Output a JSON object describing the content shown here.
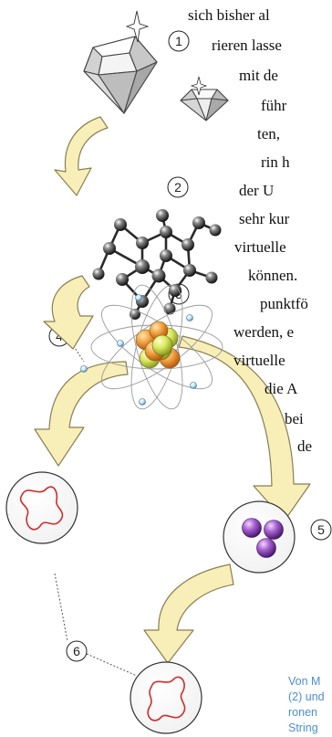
{
  "body_text": [
    "sich bisher al",
    "rieren  lasse",
    "mit  de",
    "führ",
    "ten,",
    "rin  h",
    "der    U",
    "sehr  kur",
    "virtuelle",
    "können.",
    "punktfö",
    "werden,  e",
    "virtuelle",
    "die  A",
    "bei",
    "de"
  ],
  "labels": [
    "1",
    "2",
    "3",
    "4",
    "5",
    "6"
  ],
  "caption": [
    "Von M",
    "(2) und",
    "ronen",
    "String"
  ],
  "colors": {
    "arrow_fill": "#f8efb8",
    "arrow_stroke": "#8a7e52",
    "caption": "#4a8fd0",
    "atom_ball": "#2b2b2b",
    "quark": "#7a3aa0",
    "string": "#d42a2a"
  }
}
